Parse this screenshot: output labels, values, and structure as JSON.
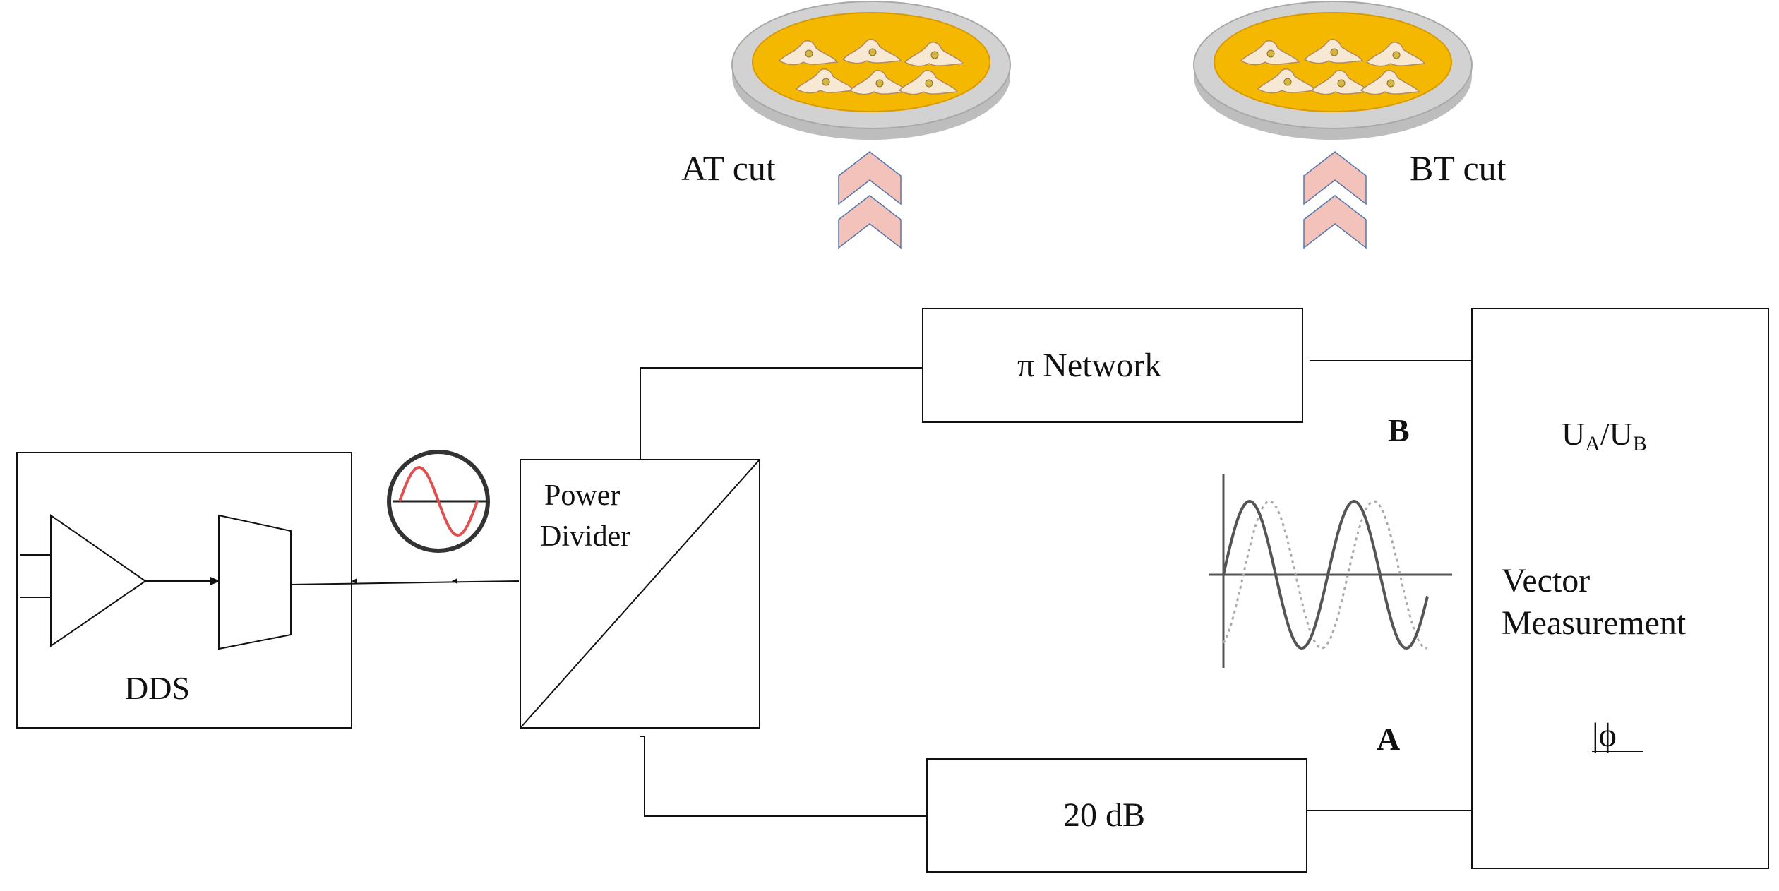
{
  "colors": {
    "line": "#111111",
    "dish_rim": "#c9c9c9",
    "dish_well": "#f5b800",
    "cell": "#f7e8d4",
    "cell_nucleus": "#d6b642",
    "arrow_fill": "#f2c2bb",
    "sine_red": "#e05050",
    "wave_solid": "#555555",
    "wave_dotted": "#aaaaaa"
  },
  "top": {
    "at_label": "AT cut",
    "bt_label": "BT cut",
    "dish_icon": "petri-dish-with-cells-icon",
    "arrow_icon": "double-chevron-up-icon"
  },
  "blocks": {
    "dds": {
      "label": "DDS",
      "amp_icon": "amplifier-triangle-icon",
      "dac_icon": "trapezoid-converter-icon"
    },
    "oscillator_icon": "sine-wave-circle-icon",
    "power_divider": {
      "line1": "Power",
      "line2": "Divider"
    },
    "pi_network": {
      "label": "π Network"
    },
    "attenuator": {
      "label": "20 dB"
    },
    "vector_measurement": {
      "ratio_U1": "U",
      "ratio_sub1": "A",
      "ratio_sep": "/U",
      "ratio_sub2": "B",
      "line1": "Vector",
      "line2": "Measurement",
      "phase_symbol": "|ϕ"
    }
  },
  "channels": {
    "b": "B",
    "a": "A"
  },
  "waveform_icon": "phase-shifted-waves-icon"
}
